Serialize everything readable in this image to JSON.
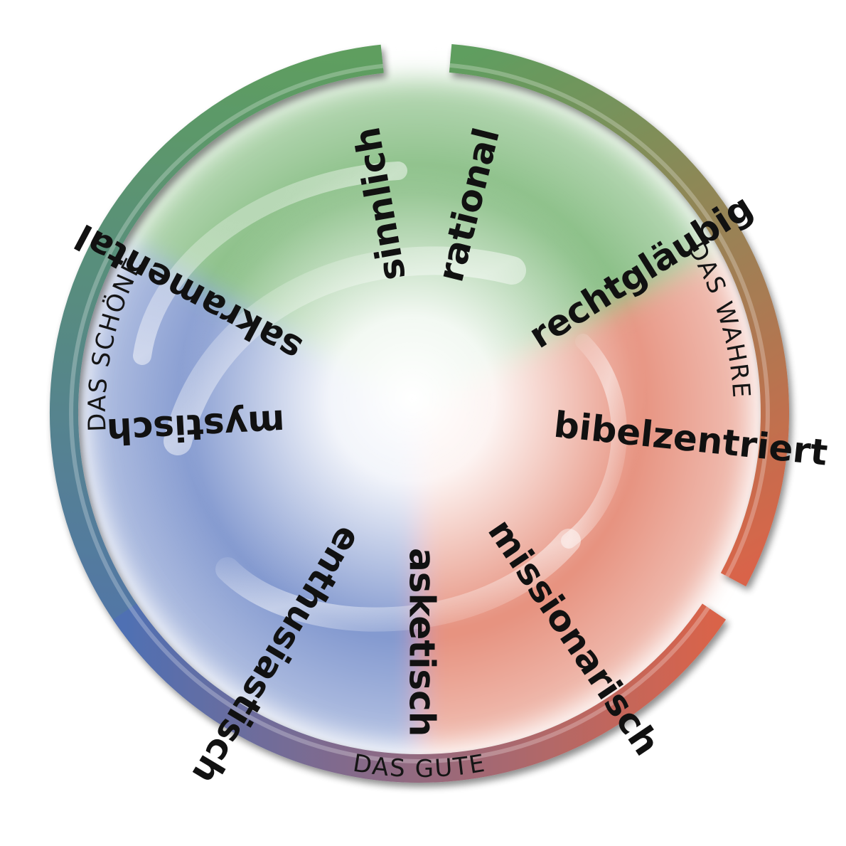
{
  "ring": [
    {
      "key": "schoene",
      "label": "DAS SCHÖNE",
      "from": 198,
      "to": 354,
      "color_a": "#4f6fb3",
      "color_b": "#5e9e5f"
    },
    {
      "key": "wahre",
      "label": "DAS WAHRE",
      "from": 5,
      "to": 118,
      "color_a": "#5e9e5f",
      "color_b": "#d9644a"
    },
    {
      "key": "gute",
      "label": "DAS GUTE",
      "from": 124,
      "to": 236,
      "color_a": "#d9644a",
      "color_b": "#4f6fb3"
    }
  ],
  "sectors": {
    "green": "#6fb06a",
    "red": "#e3806a",
    "blue": "#6f88c8",
    "center": "#ffffff"
  },
  "spokes": [
    {
      "key": "sinnlich",
      "label": "sinnlich",
      "angle": -10
    },
    {
      "key": "rational",
      "label": "rational",
      "angle": 14
    },
    {
      "key": "rechtglaeubig",
      "label": "rechtgläubig",
      "angle": 58
    },
    {
      "key": "bibelzentriert",
      "label": "bibelzentriert",
      "angle": 96
    },
    {
      "key": "missionarisch",
      "label": "missionarisch",
      "angle": 146
    },
    {
      "key": "asketisch",
      "label": "asketisch",
      "angle": 180
    },
    {
      "key": "enthusiastisch",
      "label": "enthusiastisch",
      "angle": 211
    },
    {
      "key": "mystisch",
      "label": "mystisch",
      "angle": 267
    },
    {
      "key": "sakramental",
      "label": "sakramental",
      "angle": 298
    }
  ]
}
